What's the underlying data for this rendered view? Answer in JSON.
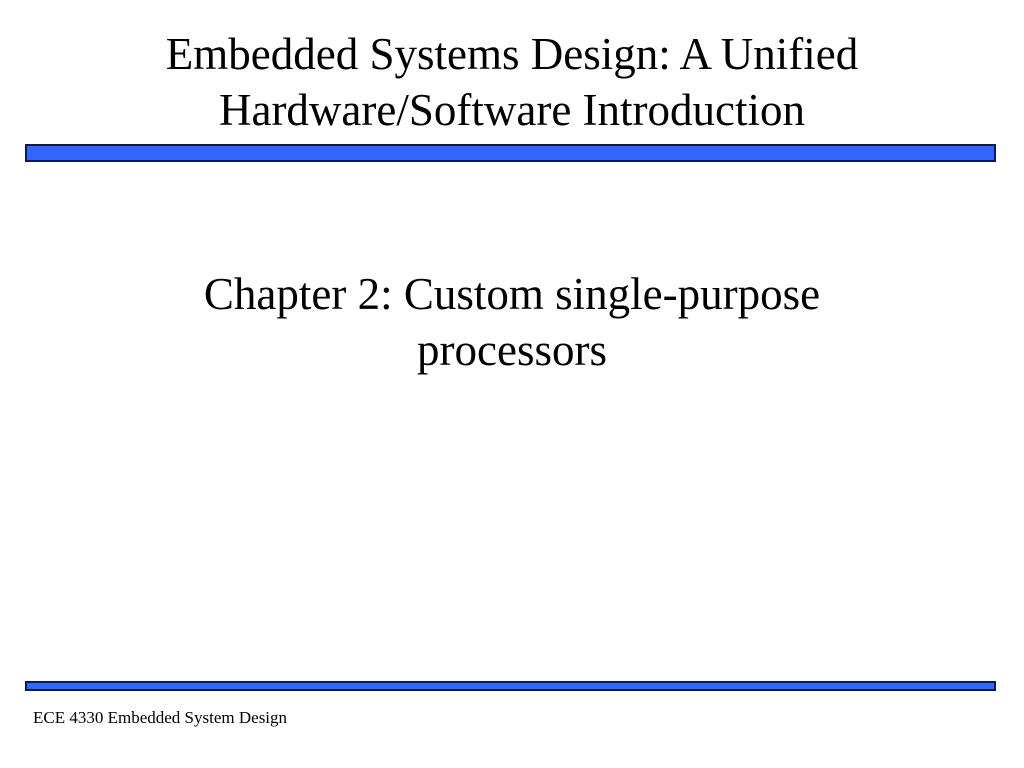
{
  "slide": {
    "title_line1": "Embedded Systems Design: A Unified",
    "title_line2": "Hardware/Software Introduction",
    "subtitle_line1": "Chapter 2: Custom single-purpose",
    "subtitle_line2": "processors",
    "footer": "ECE 4330 Embedded System Design"
  },
  "colors": {
    "bar_fill": "#3366ff",
    "bar_border": "#0d1a4d"
  }
}
